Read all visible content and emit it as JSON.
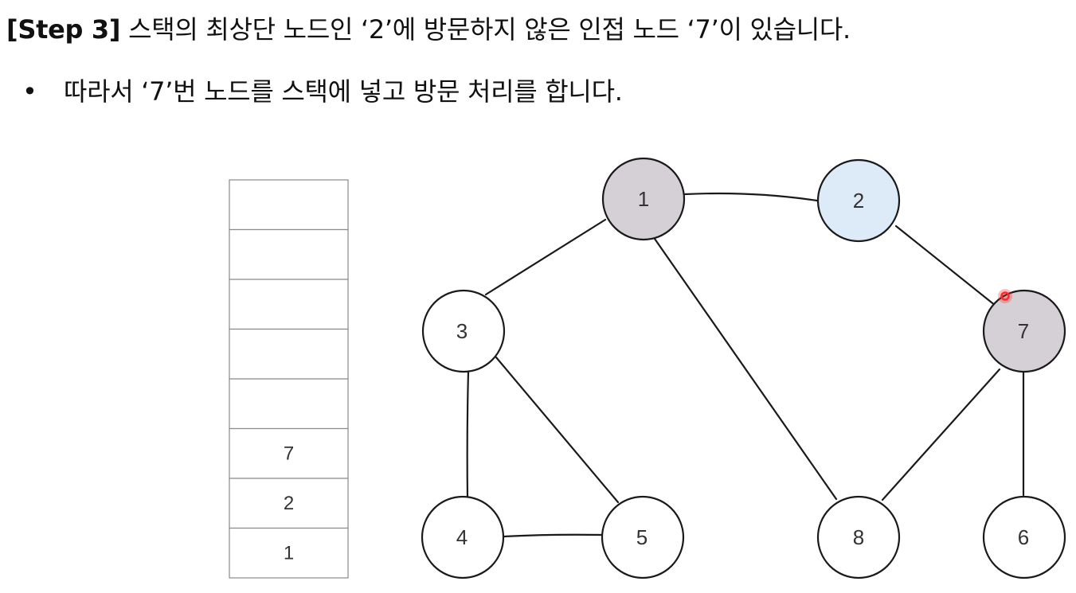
{
  "title": {
    "step": "[Step 3]",
    "text": " 스택의 최상단 노드인 ‘2’에 방문하지 않은 인접 노드 ‘7’이 있습니다."
  },
  "bullet": {
    "symbol": "•",
    "text": "따라서 ‘7’번 노드를 스택에 넣고 방문 처리를 합니다."
  },
  "stack": {
    "slots": [
      "",
      "",
      "",
      "",
      "",
      "7",
      "2",
      "1"
    ]
  },
  "graph": {
    "nodes": [
      {
        "id": "1",
        "label": "1",
        "state": "visited",
        "color": "#d4d0d6"
      },
      {
        "id": "2",
        "label": "2",
        "state": "current",
        "color": "#dcebf7"
      },
      {
        "id": "3",
        "label": "3",
        "state": "unvisited",
        "color": "#ffffff"
      },
      {
        "id": "4",
        "label": "4",
        "state": "unvisited",
        "color": "#ffffff"
      },
      {
        "id": "5",
        "label": "5",
        "state": "unvisited",
        "color": "#ffffff"
      },
      {
        "id": "6",
        "label": "6",
        "state": "unvisited",
        "color": "#ffffff"
      },
      {
        "id": "7",
        "label": "7",
        "state": "visited",
        "color": "#d4d0d6"
      },
      {
        "id": "8",
        "label": "8",
        "state": "unvisited",
        "color": "#ffffff"
      }
    ],
    "edges": [
      [
        "1",
        "2"
      ],
      [
        "1",
        "3"
      ],
      [
        "1",
        "8"
      ],
      [
        "2",
        "7"
      ],
      [
        "3",
        "4"
      ],
      [
        "3",
        "5"
      ],
      [
        "4",
        "5"
      ],
      [
        "7",
        "8"
      ],
      [
        "7",
        "6"
      ]
    ]
  },
  "pointer": {
    "color": "#ff2a2a"
  }
}
